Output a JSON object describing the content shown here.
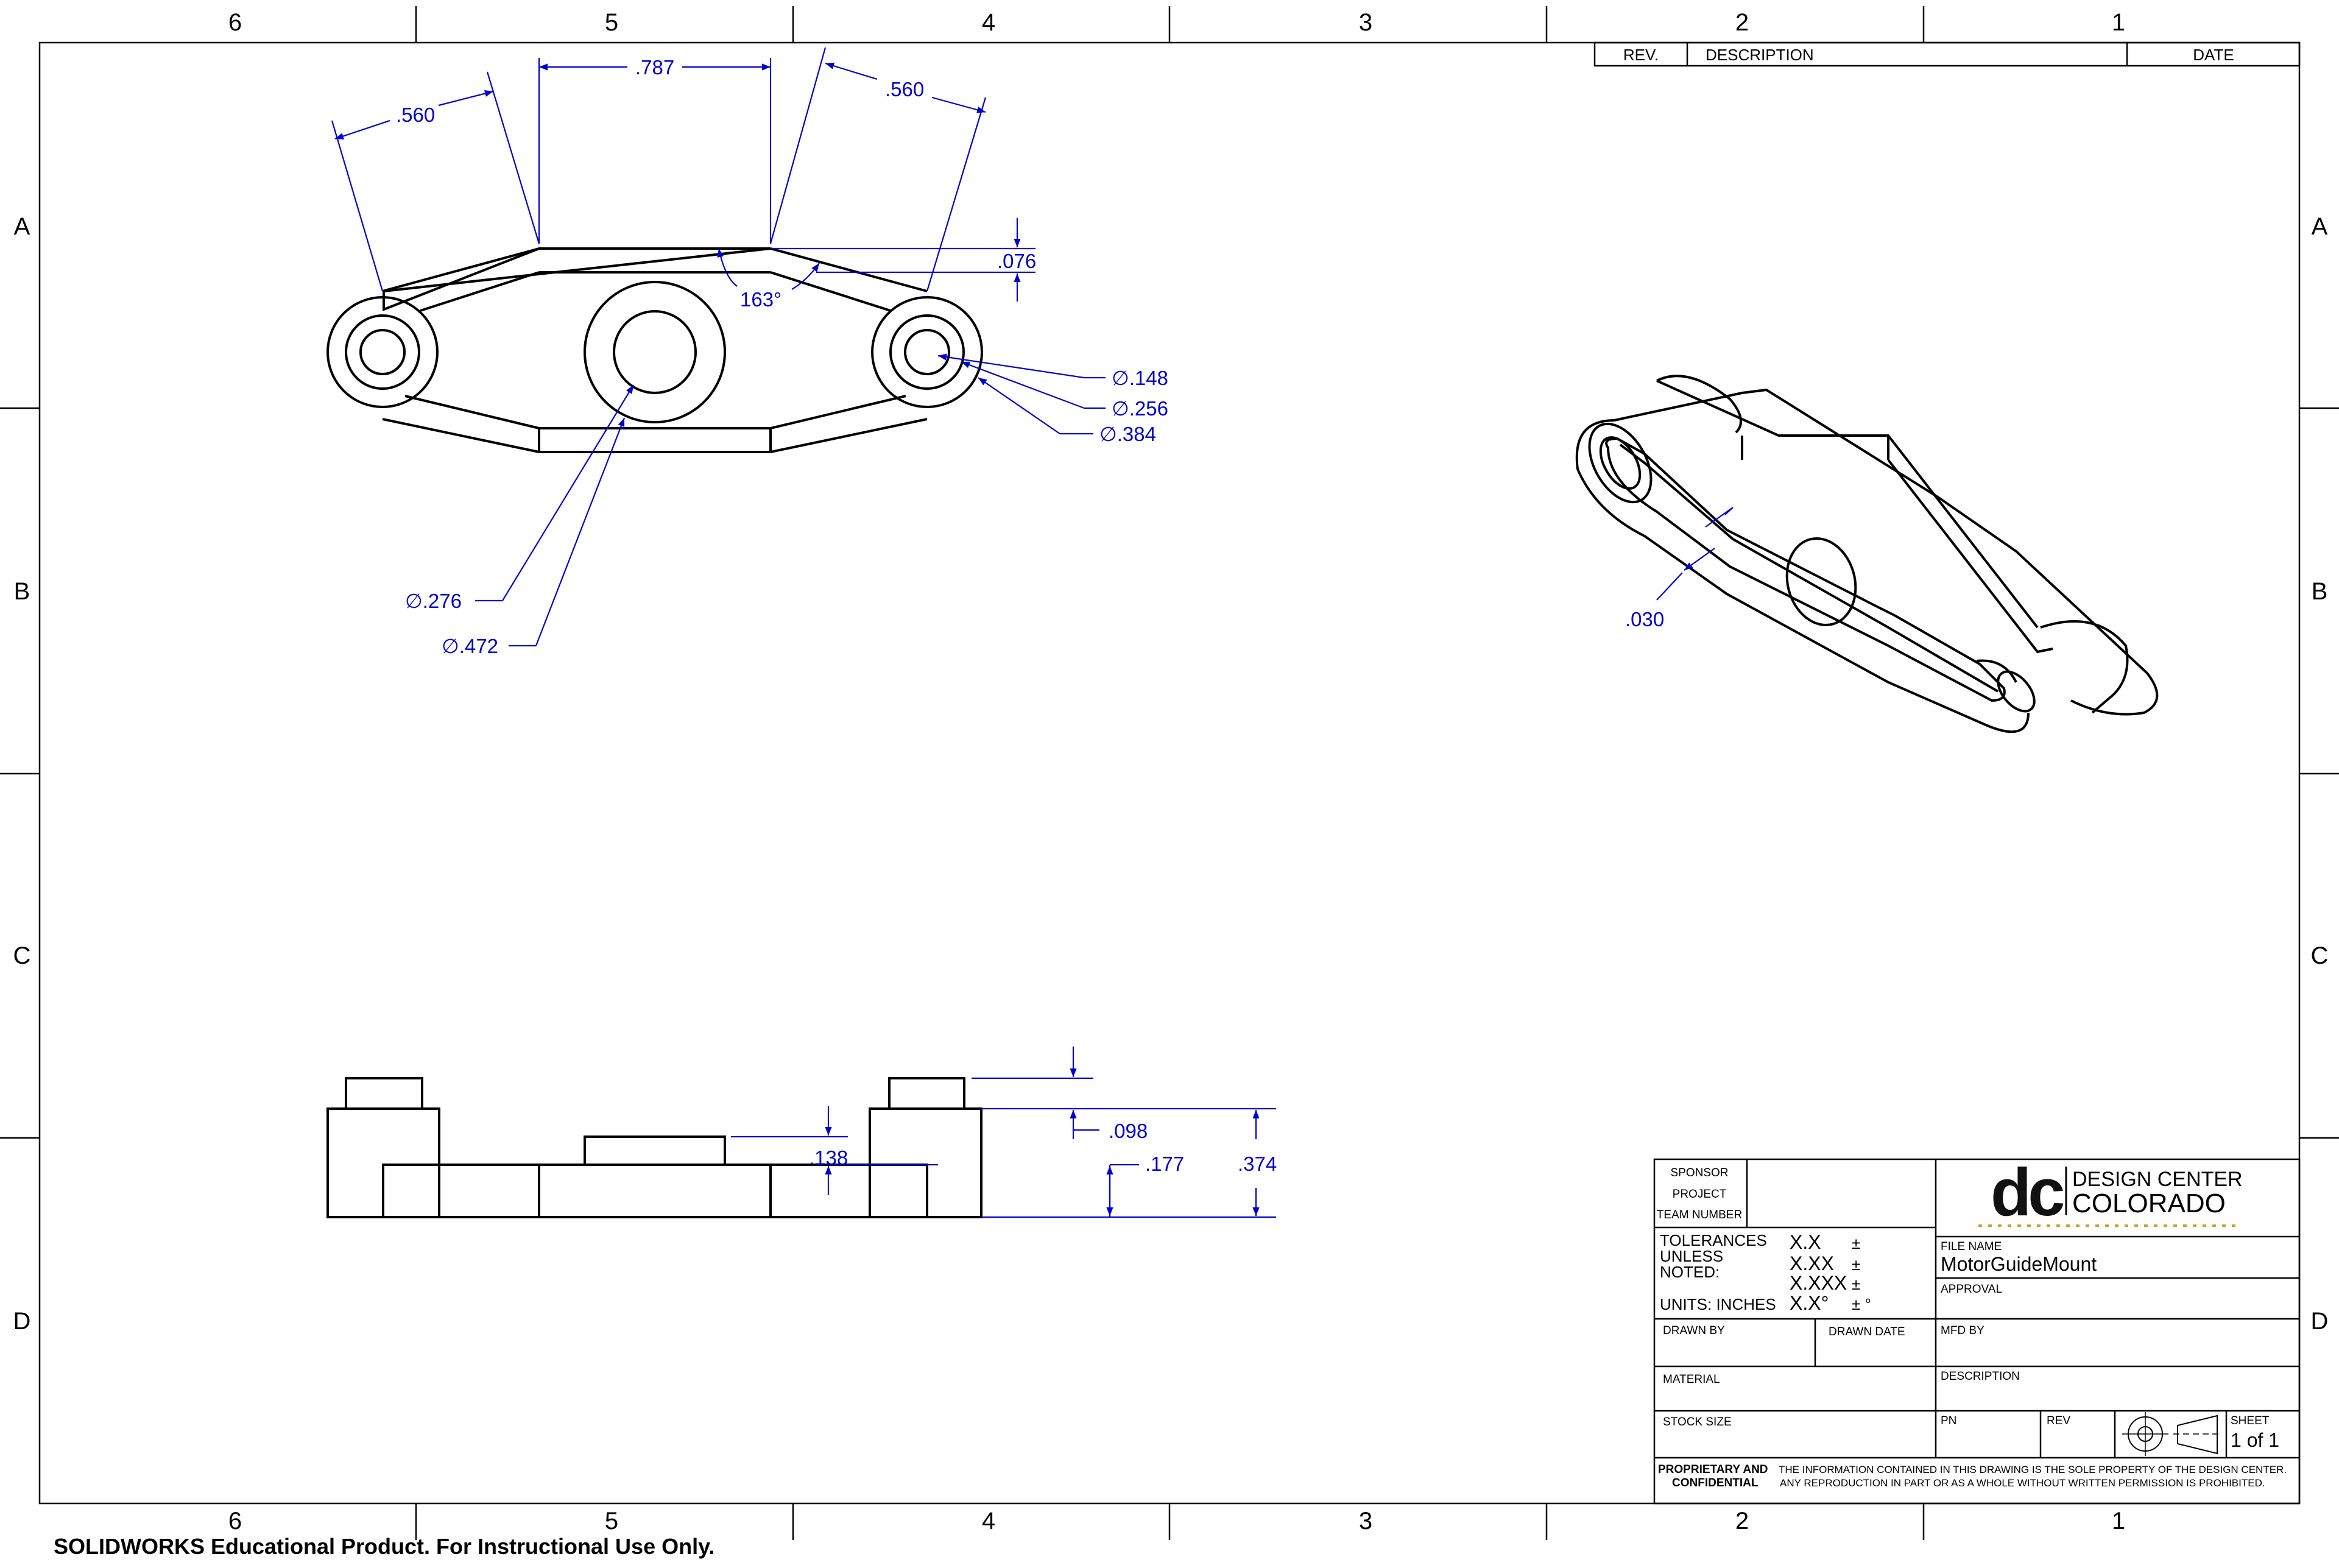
{
  "zones": {
    "columns": [
      "6",
      "5",
      "4",
      "3",
      "2",
      "1"
    ],
    "rows": [
      "A",
      "B",
      "C",
      "D"
    ]
  },
  "revision_table": {
    "rev": "REV.",
    "description": "DESCRIPTION",
    "date": "DATE"
  },
  "top_view_dims": {
    "left_width": ".560",
    "center_width": ".787",
    "right_width": ".560",
    "angle": "163°",
    "wall": ".076",
    "hole_small": "∅.148",
    "hole_mid": "∅.256",
    "boss_outer": "∅.384",
    "center_hole": "∅.276",
    "center_boss": "∅.472"
  },
  "iso_view_dims": {
    "wall": ".030"
  },
  "side_view_dims": {
    "boss_height": ".098",
    "center_boss": ".138",
    "base": ".177",
    "overall": ".374"
  },
  "title_block": {
    "sponsor": "SPONSOR",
    "project": "PROJECT",
    "team_number": "TEAM NUMBER",
    "tolerances_label": "TOLERANCES\nUNLESS\nNOTED:",
    "tol_1": "TOLERANCES",
    "tol_2": "UNLESS",
    "tol_3": "NOTED:",
    "tol_xx": "X.X",
    "tol_xxx": "X.XX",
    "tol_xxxx": "X.XXX",
    "tol_deg": "X.X°",
    "plusminus": "±",
    "plusminus_deg": "± °",
    "units": "UNITS: INCHES",
    "drawn_by": "DRAWN BY",
    "drawn_date": "DRAWN DATE",
    "material": "MATERIAL",
    "stock_size": "STOCK SIZE",
    "file_name_label": "FILE NAME",
    "file_name": "MotorGuideMount",
    "approval": "APPROVAL",
    "mfd_by": "MFD BY",
    "description": "DESCRIPTION",
    "pn": "PN",
    "rev": "REV",
    "sheet_label": "SHEET",
    "sheet_value": "1 of 1",
    "logo_letters": "dc",
    "logo_line1": "DESIGN CENTER",
    "logo_line2": "COLORADO",
    "proprietary_1": "PROPRIETARY AND",
    "proprietary_2": "CONFIDENTIAL",
    "notice_1": "THE INFORMATION CONTAINED IN THIS DRAWING IS THE SOLE PROPERTY OF THE DESIGN CENTER.",
    "notice_2": "ANY REPRODUCTION IN PART OR AS A WHOLE WITHOUT WRITTEN PERMISSION IS PROHIBITED."
  },
  "footer": "SOLIDWORKS Educational Product. For Instructional Use Only.",
  "colors": {
    "dimension": "#0000cc",
    "ink": "#000000",
    "logo_accent": "#c9a227"
  }
}
